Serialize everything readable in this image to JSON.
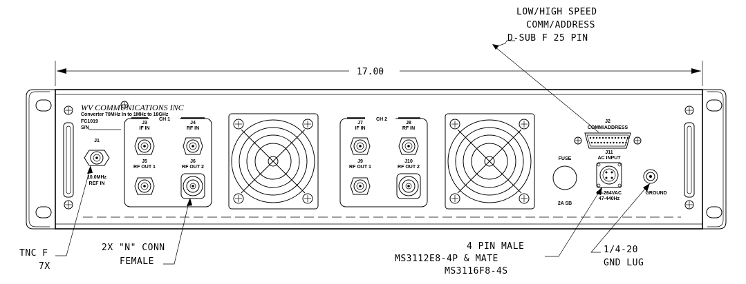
{
  "callouts": {
    "dsub_line1": "LOW/HIGH SPEED",
    "dsub_line2": "COMM/ADDRESS",
    "dsub_line3": "D-SUB F 25 PIN",
    "tnc_line1": "TNC F",
    "tnc_line2": "7X",
    "nconn_line1": "2X \"N\" CONN",
    "nconn_line2": "FEMALE",
    "pin_line1": "4 PIN MALE",
    "pin_line2": "MS3112E8-4P & MATE",
    "pin_line3": "MS3116F8-4S",
    "lug_line1": "1/4-20",
    "lug_line2": "GND LUG"
  },
  "dimension": {
    "width_label": "17.00"
  },
  "panel": {
    "brand": "WV COMMUNICATIONS INC",
    "subtitle": "Converter 70MHz In to 1MHz to 18GHz",
    "model": "FC1019",
    "serial": "S/N",
    "j1": "J1",
    "ref_line1": "10.0MHz",
    "ref_line2": "REF IN",
    "ch1": "CH 1",
    "ch2": "CH 2",
    "j3": "J3",
    "j4": "J4",
    "j5": "J5",
    "j6": "J6",
    "j7": "J7",
    "j8": "J8",
    "j9": "J9",
    "j10": "J10",
    "if_in": "IF IN",
    "rf_in": "RF IN",
    "rf_out_1": "RF OUT 1",
    "rf_out_2": "RF OUT 2",
    "j2": "J2",
    "comm_address": "COMM/ADDRESS",
    "j11": "J11",
    "ac_input": "AC INPUT",
    "fuse": "FUSE",
    "fuse_rating": "2A SB",
    "ac_range_line1": "85-264VAC",
    "ac_range_line2": "47-440Hz",
    "ground": "GROUND"
  }
}
